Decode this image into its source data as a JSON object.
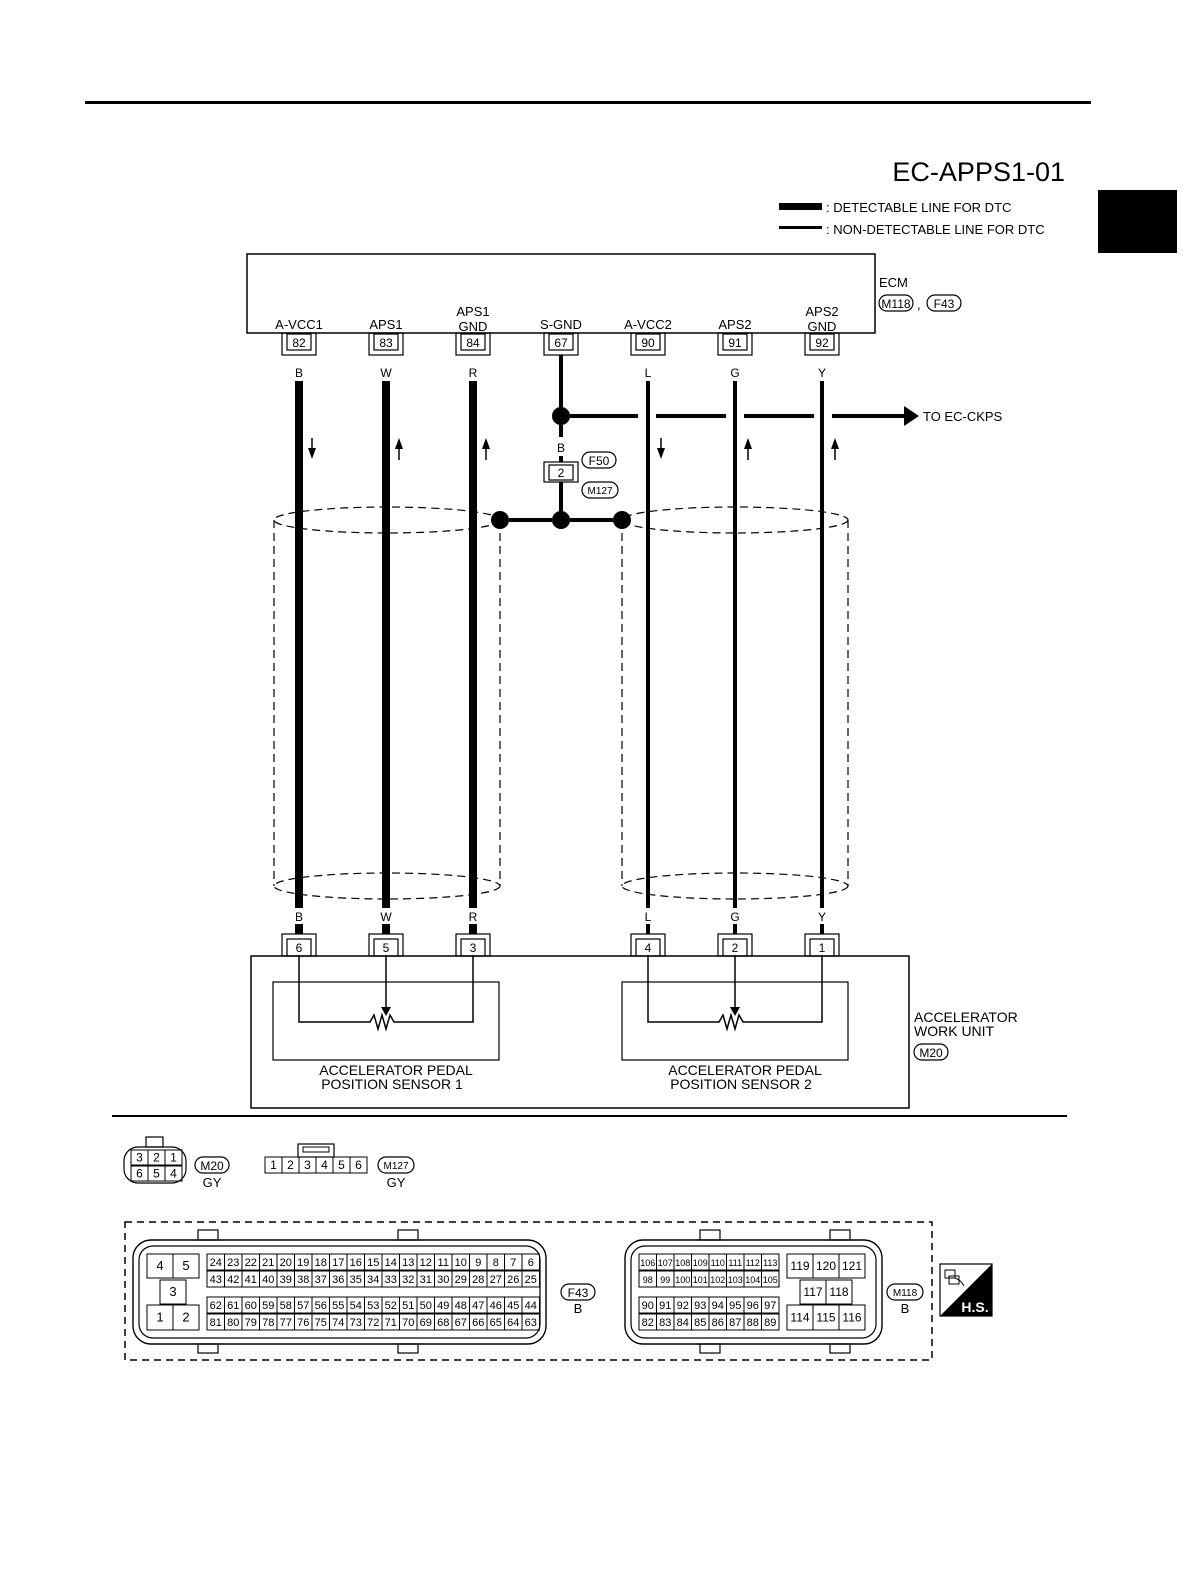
{
  "page": {
    "diagram_id": "EC-APPS1-01"
  },
  "legend": {
    "detectable": ": DETECTABLE LINE FOR DTC",
    "non_detectable": ": NON-DETECTABLE LINE FOR DTC"
  },
  "ecm": {
    "label": "ECM",
    "connector_a": "M118",
    "separator": ",",
    "connector_b": "F43",
    "terminals": [
      {
        "name": "A-VCC1",
        "name2": "",
        "pin": "82",
        "color": "B"
      },
      {
        "name": "APS1",
        "name2": "",
        "pin": "83",
        "color": "W"
      },
      {
        "name": "APS1",
        "name2": "GND",
        "pin": "84",
        "color": "R"
      },
      {
        "name": "S-GND",
        "name2": "",
        "pin": "67",
        "color": ""
      },
      {
        "name": "A-VCC2",
        "name2": "",
        "pin": "90",
        "color": "L"
      },
      {
        "name": "APS2",
        "name2": "",
        "pin": "91",
        "color": "G"
      },
      {
        "name": "APS2",
        "name2": "GND",
        "pin": "92",
        "color": "Y"
      }
    ]
  },
  "ground_junction": {
    "wire_color": "B",
    "pin": "2",
    "connector_a": "F50",
    "connector_b": "M127",
    "to_label": "TO EC-CKPS"
  },
  "sensor_wires": [
    {
      "color": "B",
      "pin": "6"
    },
    {
      "color": "W",
      "pin": "5"
    },
    {
      "color": "R",
      "pin": "3"
    },
    {
      "color": "L",
      "pin": "4"
    },
    {
      "color": "G",
      "pin": "2"
    },
    {
      "color": "Y",
      "pin": "1"
    }
  ],
  "work_unit": {
    "line1": "ACCELERATOR",
    "line2": "WORK UNIT",
    "connector": "M20",
    "sensor1_line1": "ACCELERATOR PEDAL",
    "sensor1_line2": "POSITION SENSOR 1",
    "sensor2_line1": "ACCELERATOR PEDAL",
    "sensor2_line2": "POSITION SENSOR 2"
  },
  "connector_views": {
    "m20": {
      "id": "M20",
      "color": "GY",
      "top_row": [
        "3",
        "2",
        "1"
      ],
      "bottom_row": [
        "6",
        "5",
        "4"
      ]
    },
    "m127": {
      "id": "M127",
      "color": "GY",
      "pins": [
        "1",
        "2",
        "3",
        "4",
        "5",
        "6"
      ]
    },
    "f43": {
      "id": "F43",
      "color": "B",
      "left_block": [
        "4",
        "5",
        "3",
        "1",
        "2"
      ],
      "row1": [
        "24",
        "23",
        "22",
        "21",
        "20",
        "19",
        "18",
        "17",
        "16",
        "15",
        "14",
        "13",
        "12",
        "11",
        "10",
        "9",
        "8",
        "7",
        "6"
      ],
      "row2": [
        "43",
        "42",
        "41",
        "40",
        "39",
        "38",
        "37",
        "36",
        "35",
        "34",
        "33",
        "32",
        "31",
        "30",
        "29",
        "28",
        "27",
        "26",
        "25"
      ],
      "row3": [
        "62",
        "61",
        "60",
        "59",
        "58",
        "57",
        "56",
        "55",
        "54",
        "53",
        "52",
        "51",
        "50",
        "49",
        "48",
        "47",
        "46",
        "45",
        "44"
      ],
      "row4": [
        "81",
        "80",
        "79",
        "78",
        "77",
        "76",
        "75",
        "74",
        "73",
        "72",
        "71",
        "70",
        "69",
        "68",
        "67",
        "66",
        "65",
        "64",
        "63"
      ]
    },
    "m118": {
      "id": "M118",
      "color": "B",
      "row1": [
        "106",
        "107",
        "108",
        "109",
        "110",
        "111",
        "112",
        "113"
      ],
      "row2": [
        "98",
        "99",
        "100",
        "101",
        "102",
        "103",
        "104",
        "105"
      ],
      "row3": [
        "90",
        "91",
        "92",
        "93",
        "94",
        "95",
        "96",
        "97"
      ],
      "row4": [
        "82",
        "83",
        "84",
        "85",
        "86",
        "87",
        "88",
        "89"
      ],
      "right_top": [
        "119",
        "120",
        "121"
      ],
      "right_mid": [
        "117",
        "118"
      ],
      "right_bot": [
        "114",
        "115",
        "116"
      ]
    }
  },
  "badge": {
    "text": "H.S."
  }
}
